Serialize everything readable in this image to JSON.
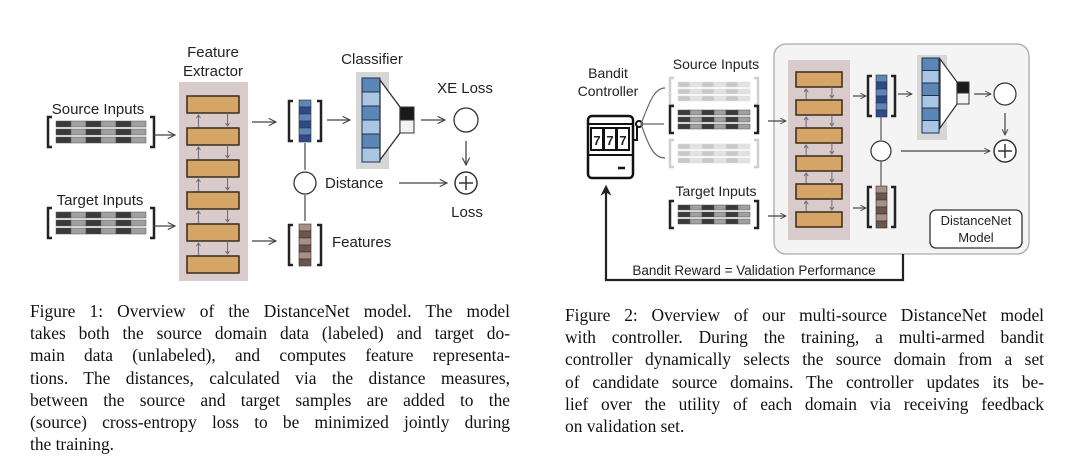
{
  "figure1": {
    "labels": {
      "feature_extractor_line1": "Feature",
      "feature_extractor_line2": "Extractor",
      "classifier": "Classifier",
      "xe_loss": "XE Loss",
      "source_inputs": "Source Inputs",
      "target_inputs": "Target Inputs",
      "distance": "Distance",
      "loss": "Loss",
      "features": "Features"
    },
    "caption_lines": [
      "Figure 1: Overview of the DistanceNet model. The model",
      "takes both the source domain data (labeled) and target do-",
      "main data (unlabeled), and computes feature representa-",
      "tions. The distances, calculated via the distance measures,",
      "between the source and target samples are added to the",
      "(source) cross-entropy loss to be minimized jointly during",
      "the training."
    ]
  },
  "figure2": {
    "labels": {
      "bandit_line1": "Bandit",
      "bandit_line2": "Controller",
      "source_inputs": "Source Inputs",
      "target_inputs": "Target Inputs",
      "model_line1": "DistanceNet",
      "model_line2": "Model",
      "reward": "Bandit Reward = Validation Performance",
      "slot_symbols": "7"
    },
    "caption_lines": [
      "Figure 2: Overview of our multi-source DistanceNet model",
      "with controller. During the training, a multi-armed bandit",
      "controller dynamically selects the source domain from a set",
      "of candidate source domains. The controller updates its be-",
      "lief over the utility of each domain via receiving feedback",
      "on validation set."
    ]
  },
  "colors": {
    "extractor_bg": "#d9cbcb",
    "layer_fill": "#d4a566",
    "layer_stroke": "#3a2a1a",
    "classifier_bg": "#d6d6d6",
    "blue_dark": "#2f4a8c",
    "blue_mid": "#5b86b5",
    "blue_light": "#a9c6e4",
    "brown_dark": "#6b564c",
    "brown_light": "#a89086",
    "input_dark": "#3a3a3a",
    "input_light": "#a0a0a0",
    "model_box_bg": "#f4f4f4"
  }
}
